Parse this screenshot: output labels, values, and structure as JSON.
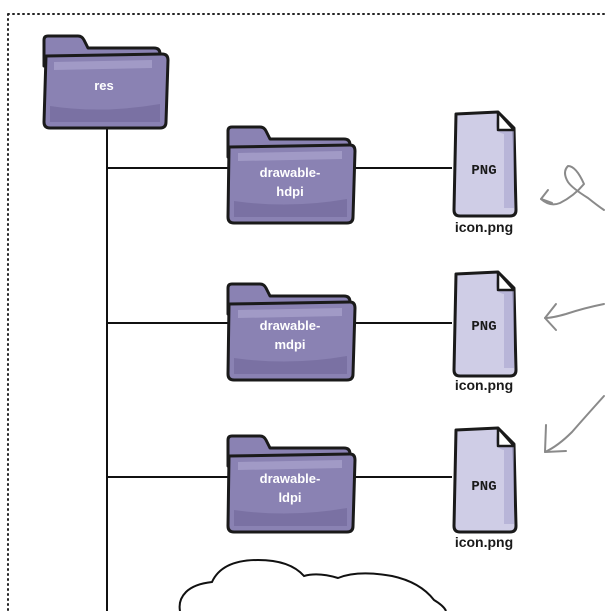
{
  "root_folder": {
    "label": "res"
  },
  "subfolders": [
    {
      "label_line1": "drawable-",
      "label_line2": "hdpi",
      "file_badge": "PNG",
      "file_name": "icon.png"
    },
    {
      "label_line1": "drawable-",
      "label_line2": "mdpi",
      "file_badge": "PNG",
      "file_name": "icon.png"
    },
    {
      "label_line1": "drawable-",
      "label_line2": "ldpi",
      "file_badge": "PNG",
      "file_name": "icon.png"
    }
  ],
  "colors": {
    "folder": "#8a82b3",
    "file": "#cfcde6",
    "arrow": "#8a8a8a",
    "line": "#111111"
  }
}
